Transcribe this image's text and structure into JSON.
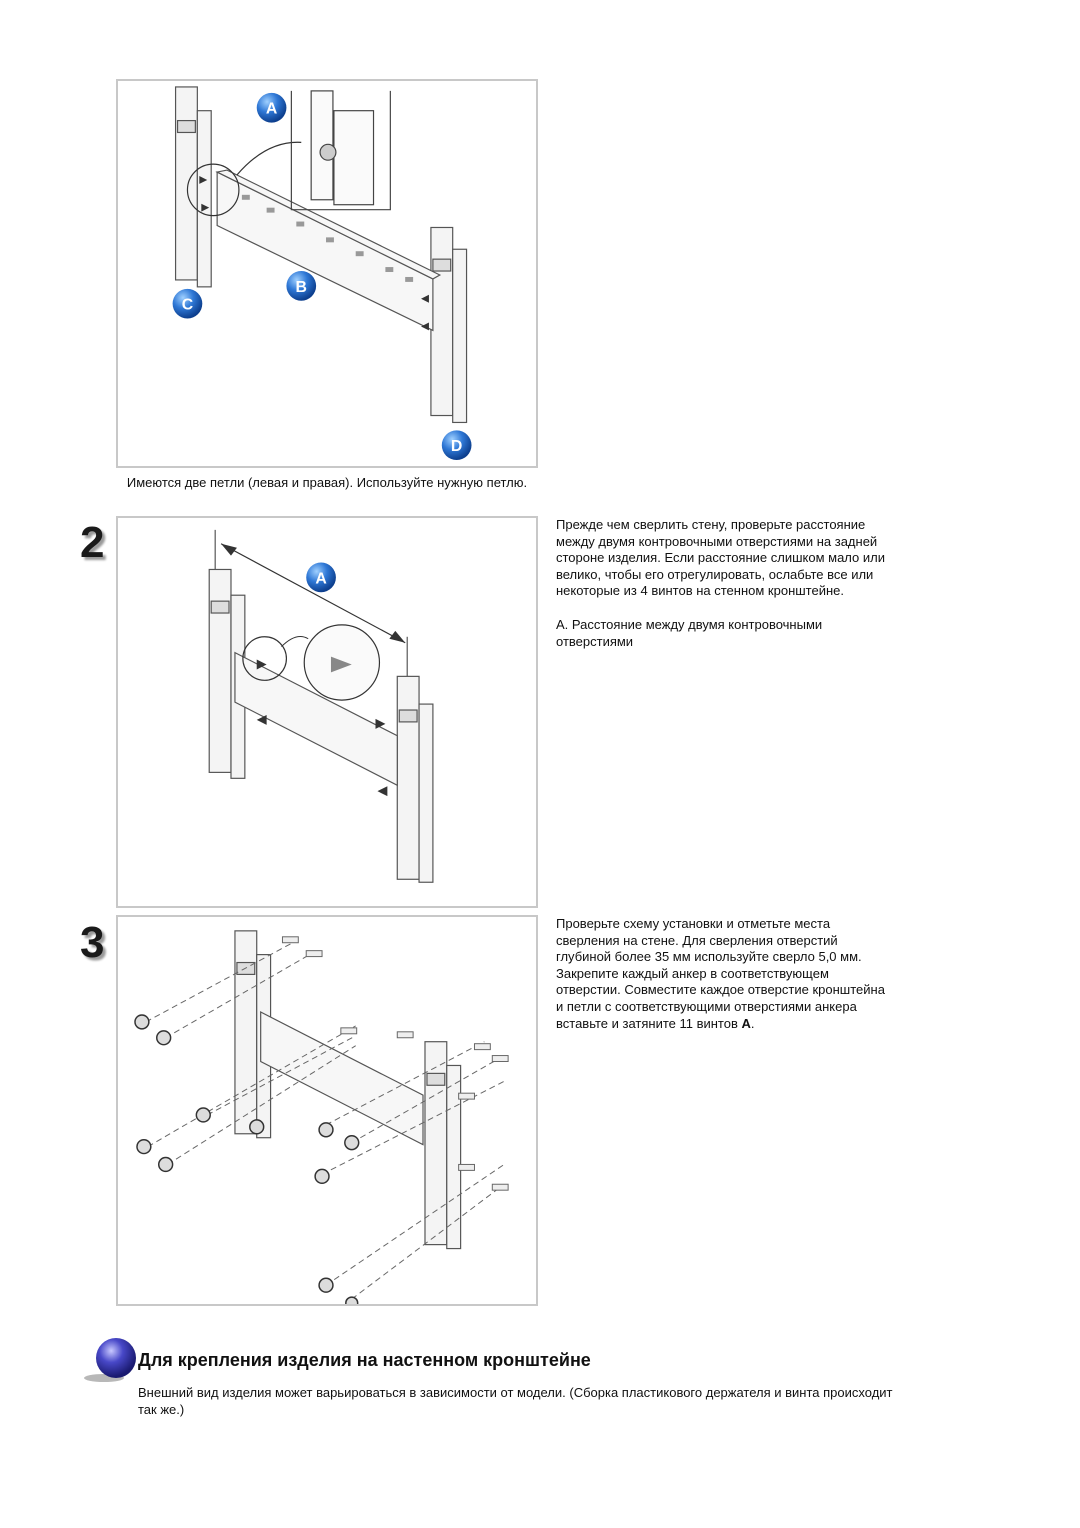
{
  "figure1": {
    "caption": "Имеются две петли (левая и правая). Используйте нужную петлю.",
    "badges": [
      "A",
      "B",
      "C",
      "D"
    ]
  },
  "step2": {
    "number": "2",
    "paragraph1": "Прежде чем сверлить стену, проверьте расстояние между двумя контровочными отверстиями на задней стороне изделия. Если расстояние слишком мало или велико, чтобы его отрегулировать, ослабьте все или некоторые из 4 винтов на стенном кронштейне.",
    "paragraph2": "A. Расстояние между двумя контровочными отверстиями",
    "badge": "A"
  },
  "step3": {
    "number": "3",
    "paragraph1": "Проверьте схему установки и отметьте места сверления на стене. Для сверления отверстий глубиной более 35 мм используйте сверло 5,0 мм.",
    "paragraph2_main": "Закрепите каждый анкер в соответствующем отверстии. Совместите каждое отверстие кронштейна и петли с соответствующими отверстиями анкера вставьте и затяните 11 винтов",
    "paragraph2_bold": "A",
    "paragraph2_end": "."
  },
  "section": {
    "title": "Для крепления изделия на настенном кронштейне",
    "body": "Внешний вид изделия может варьироваться в зависимости от модели. (Сборка пластикового держателя и винта происходит так же.)"
  },
  "colors": {
    "badge_blue": "#2f78d6",
    "sphere_blue": "#4848c8"
  }
}
